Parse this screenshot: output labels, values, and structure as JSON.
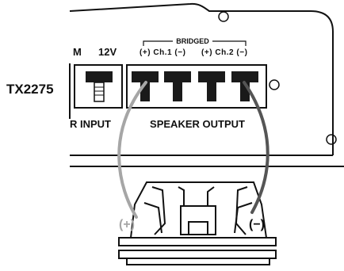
{
  "model": "TX2275",
  "bridged_label": "BRIDGED",
  "terminals": {
    "partial_left": "M",
    "voltage_12v": "12V",
    "ch1": "(+) Ch.1 (−)",
    "ch2": "(+) Ch.2 (−)"
  },
  "section_labels": {
    "input_partial": "R INPUT",
    "speaker_output": "SPEAKER OUTPUT"
  },
  "polarity": {
    "positive": "(+)",
    "negative": "(−)"
  },
  "colors": {
    "positive_wire": "#a6a6a6",
    "negative_wire": "#555555",
    "terminal_fill": "#1a1a1a",
    "outline": "#111111"
  },
  "icons": [
    "speaker-icon",
    "screw-terminal-icon",
    "mounting-hole-icon"
  ]
}
